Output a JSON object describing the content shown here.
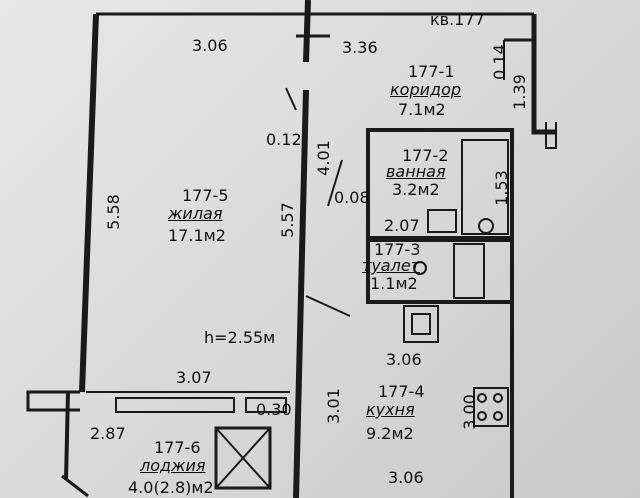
{
  "apartment_label": "кв.177",
  "ceiling_height": "h=2.55м",
  "rooms": [
    {
      "code": "177-1",
      "name": "коридор",
      "area": "7.1м2"
    },
    {
      "code": "177-2",
      "name": "ванная",
      "area": "3.2м2"
    },
    {
      "code": "177-3",
      "name": "туалет",
      "area": "1.1м2"
    },
    {
      "code": "177-4",
      "name": "кухня",
      "area": "9.2м2"
    },
    {
      "code": "177-5",
      "name": "жилая",
      "area": "17.1м2"
    },
    {
      "code": "177-6",
      "name": "лоджия",
      "area": "4.0(2.8)м2"
    }
  ],
  "dimensions": {
    "living_top": "3.06",
    "corridor_top": "3.36",
    "niche_width": "0.14",
    "niche_height": "1.39",
    "wall_a": "0.12",
    "corridor_depth": "4.01",
    "living_height": "5.58",
    "living_inner": "5.57",
    "bath_wall": "0.08",
    "bath_width": "2.07",
    "bath_depth": "1.53",
    "kitchen_top": "3.06",
    "living_bottom": "3.07",
    "wall_b": "0.30",
    "kitchen_height": "3.01",
    "kitchen_side": "3.00",
    "kitchen_bottom": "3.06",
    "loggia_height": "2.87"
  }
}
